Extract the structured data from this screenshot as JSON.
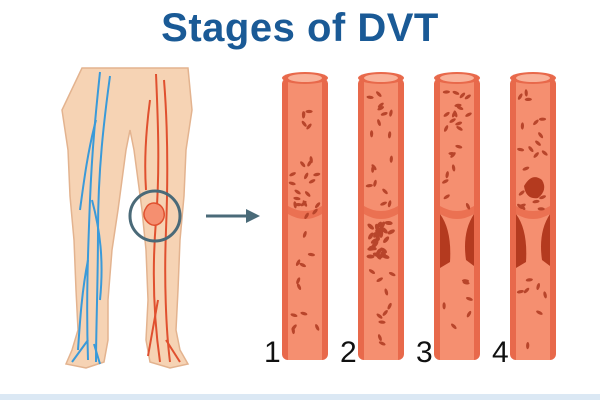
{
  "title": "Stages of DVT",
  "stages": [
    {
      "label": "1",
      "clot": "none"
    },
    {
      "label": "2",
      "clot": "cell-cluster"
    },
    {
      "label": "3",
      "clot": "wall-clots"
    },
    {
      "label": "4",
      "clot": "wall-clots-with-embolus"
    }
  ],
  "colors": {
    "title": "#1a5a96",
    "skin": "#f6d3b4",
    "skin_outline": "#e3b38f",
    "vein_blue": "#3a9ad9",
    "artery_red": "#e0502f",
    "vessel_wall": "#e8694b",
    "vessel_lumen": "#f58f70",
    "cell": "#b8452b",
    "clot": "#b43a1f",
    "magnifier": "#4a6a78",
    "arrow": "#4a6a78",
    "bottom_rule": "#dbe8f4"
  },
  "icons": [
    "legs-anatomy-illustration",
    "magnifier-circle",
    "right-arrow-icon"
  ]
}
